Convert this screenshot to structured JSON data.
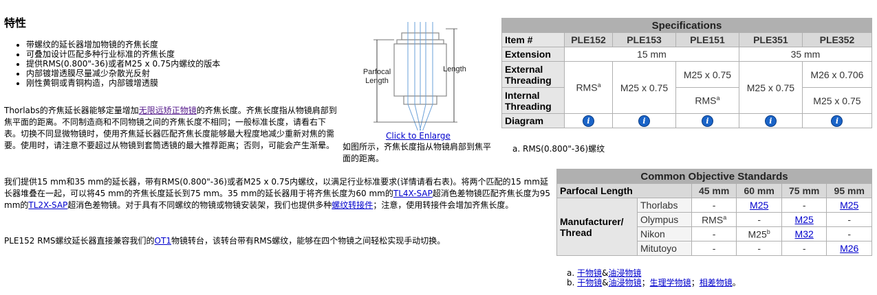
{
  "title": "特性",
  "bullets": [
    "带螺纹的延长器增加物镜的齐焦长度",
    "可叠加设计匹配多种行业标准的齐焦长度",
    "提供RMS(0.800\"-36)或者M25 x 0.75内螺纹的版本",
    "内部镀增透膜尽量减少杂散光反射",
    "刚性黄铜或青铜构造，内部镀增透膜"
  ],
  "para1": {
    "t1": "Thorlabs的齐焦延长器能够定量增加",
    "link": "无限远矫正物镜",
    "t2": "的齐焦长度。齐焦长度指从物镜肩部到焦平面的距离。不同制造商和不同物镜之间的齐焦长度不相同；一般标准长度，请看右下表。切换不同显微物镜时，使用齐焦延长器匹配齐焦长度能够最大程度地减少重新对焦的需要。使用时，请注意不要超过从物镜到套筒透镜的最大推荐距离；否则，可能会产生渐晕。"
  },
  "para2": {
    "t1": "我们提供15 mm和35 mm的延长器，带有RMS(0.800\"-36)或者M25 x 0.75内螺纹，以满足行业标准要求(详情请看右表)。将两个匹配的15 mm延长器堆叠在一起，可以将45 mm的齐焦长度延长到75 mm。35 mm的延长器用于将齐焦长度为60 mm的",
    "link1": "TL4X-SAP",
    "t2": "超消色差物镜匹配齐焦长度为95 mm的",
    "link2": "TL2X-SAP",
    "t3": "超消色差物镜。对于具有不同螺纹的物镜或物镜安装架，我们也提供多种",
    "link3": "螺纹转接件",
    "t4": "；注意，使用转接件会增加齐焦长度。"
  },
  "para3": {
    "t1": "PLE152 RMS螺纹延长器直接兼容我们的",
    "link": "OT1",
    "t2": "物镜转台，该转台带有RMS螺纹，能够在四个物镜之间轻松实现手动切换。"
  },
  "diagram": {
    "parfocal": "Parfocal",
    "length_word": "Length",
    "length": "Length"
  },
  "enlarge": "Click to Enlarge",
  "caption": "如图所示，齐焦长度指从物镜肩部到焦平面的距离。",
  "spec": {
    "title": "Specifications",
    "item_label": "Item #",
    "items": [
      "PLE152",
      "PLE153",
      "PLE151",
      "PLE351",
      "PLE352"
    ],
    "extension_label": "Extension",
    "ext15": "15 mm",
    "ext35": "35 mm",
    "external_label": "External Threading",
    "internal_label": "Internal Threading",
    "rms": "RMS",
    "sup_a": "a",
    "m25": "M25 x 0.75",
    "m25b": "M25 x 0.75",
    "m25c": "M25 x 0.75",
    "m25d": "M25 x 0.75",
    "m26": "M26 x 0.706",
    "rms2": "RMS",
    "diagram_label": "Diagram",
    "info_icon": "i",
    "note": "a. RMS(0.800\"-36)螺纹"
  },
  "cos": {
    "title": "Common Objective Standards",
    "parfocal_label": "Parfocal Length",
    "cols": [
      "45 mm",
      "60 mm",
      "75 mm",
      "95 mm"
    ],
    "mf_label": "Manufacturer/ Thread",
    "rows": [
      {
        "name": "Thorlabs",
        "c45": "-",
        "c60": "M25",
        "c75": "-",
        "c95": "M25"
      },
      {
        "name": "Olympus",
        "c45": "RMS",
        "c60": "-",
        "c75": "M25",
        "c95": "-"
      },
      {
        "name": "Nikon",
        "c45": "-",
        "c60": "M25",
        "c75": "M32",
        "c95": "-"
      },
      {
        "name": "Mitutoyo",
        "c45": "-",
        "c60": "-",
        "c75": "-",
        "c95": "M26"
      }
    ],
    "sup_a": "a",
    "sup_b": "b"
  },
  "notes": {
    "a_prefix": "a.",
    "dry": "干物镜",
    "amp": "&",
    "oil": "油浸物镜",
    "b_prefix": "b.",
    "dry2": "干物镜",
    "amp2": "&",
    "oil2": "油浸物镜",
    "sep1": "；",
    "physio": "生理学物镜",
    "sep2": "；",
    "phase": "相差物镜",
    "end": "。"
  }
}
